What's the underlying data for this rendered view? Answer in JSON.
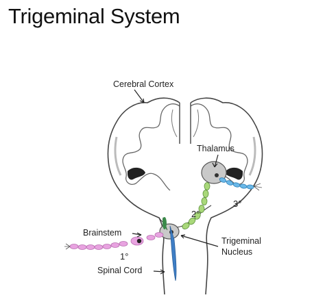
{
  "title": "Trigeminal System",
  "labels": {
    "cerebral_cortex": "Cerebral Cortex",
    "thalamus": "Thalamus",
    "brainstem": "Brainstem",
    "trigeminal_nucleus_line1": "Trigeminal",
    "trigeminal_nucleus_line2": "Nucleus",
    "spinal_cord": "Spinal Cord",
    "primary": "1°",
    "secondary": "2°",
    "tertiary": "3°"
  },
  "colors": {
    "primary_neuron": "#e8a3e0",
    "secondary_neuron": "#a9d87a",
    "tertiary_neuron": "#6ab8e8",
    "spinal_tract": "#3f7fc6",
    "green_fiber": "#3a8a4a"
  }
}
